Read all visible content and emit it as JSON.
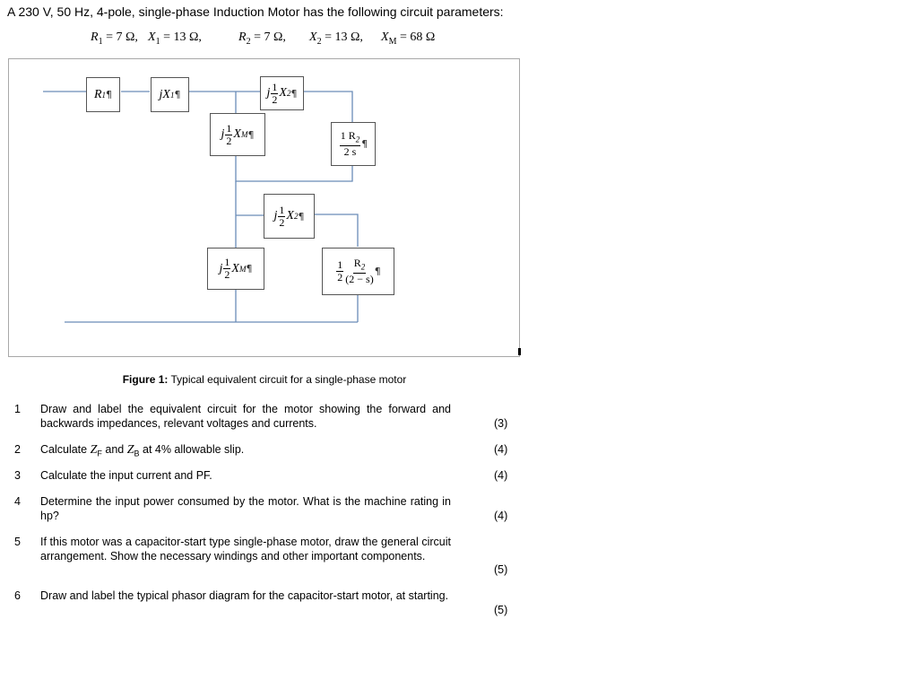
{
  "intro": "A 230 V, 50 Hz, 4-pole, single-phase Induction Motor has the following circuit parameters:",
  "params": [
    {
      "sym": "R",
      "sub": "1",
      "val": " = 7 Ω,"
    },
    {
      "sym": "X",
      "sub": "1",
      "val": " = 13 Ω,"
    },
    {
      "sym": "R",
      "sub": "2",
      "val": " = 7 Ω,"
    },
    {
      "sym": "X",
      "sub": "2",
      "val": " = 13 Ω,"
    },
    {
      "sym": "X",
      "sub": "M",
      "val": " = 68 Ω"
    }
  ],
  "circuit": {
    "r1": {
      "sym": "R",
      "sub": "1"
    },
    "jx1": {
      "pre": "j",
      "sym": "X",
      "sub": "1"
    },
    "half": {
      "num": "1",
      "den": "2"
    },
    "jxm_f": {
      "pre": "j",
      "sym": "X",
      "sub": "M"
    },
    "jx2_f": {
      "pre": "j",
      "sym": "X",
      "sub": "2"
    },
    "r2_f": {
      "num": "1 R",
      "sub": "2",
      "den": "2 s"
    },
    "jx2_b": {
      "pre": "j",
      "sym": "X",
      "sub": "2"
    },
    "jxm_b": {
      "pre": "j",
      "sym": "X",
      "sub": "M"
    },
    "r2_b": {
      "n1": "1",
      "d1": "2",
      "num": "R",
      "sub": "2",
      "den": "(2 − s)"
    },
    "para": "¶"
  },
  "caption": {
    "label": "Figure 1:",
    "text": " Typical equivalent circuit for a single-phase motor"
  },
  "questions": [
    {
      "num": "1",
      "text": "Draw and label the equivalent circuit for the motor showing the forward and backwards impedances, relevant voltages and currents.",
      "marks": "(3)"
    },
    {
      "num": "2",
      "pre": "Calculate ",
      "zf": "Z",
      "zf_sub": "F",
      "mid": " and ",
      "zb": "Z",
      "zb_sub": "B",
      "post": " at 4% allowable slip.",
      "marks": "(4)"
    },
    {
      "num": "3",
      "text": "Calculate the input current and PF.",
      "marks": "(4)"
    },
    {
      "num": "4",
      "text": "Determine the input power consumed by the motor. What is the machine rating in hp?",
      "marks": "(4)"
    },
    {
      "num": "5",
      "text": "If this motor was a capacitor-start type single-phase motor, draw the general circuit arrangement. Show the necessary windings and other important components.",
      "marks": "(5)"
    },
    {
      "num": "6",
      "text": "Draw and label the typical phasor diagram for the capacitor-start motor, at starting.",
      "marks": "(5)"
    }
  ]
}
